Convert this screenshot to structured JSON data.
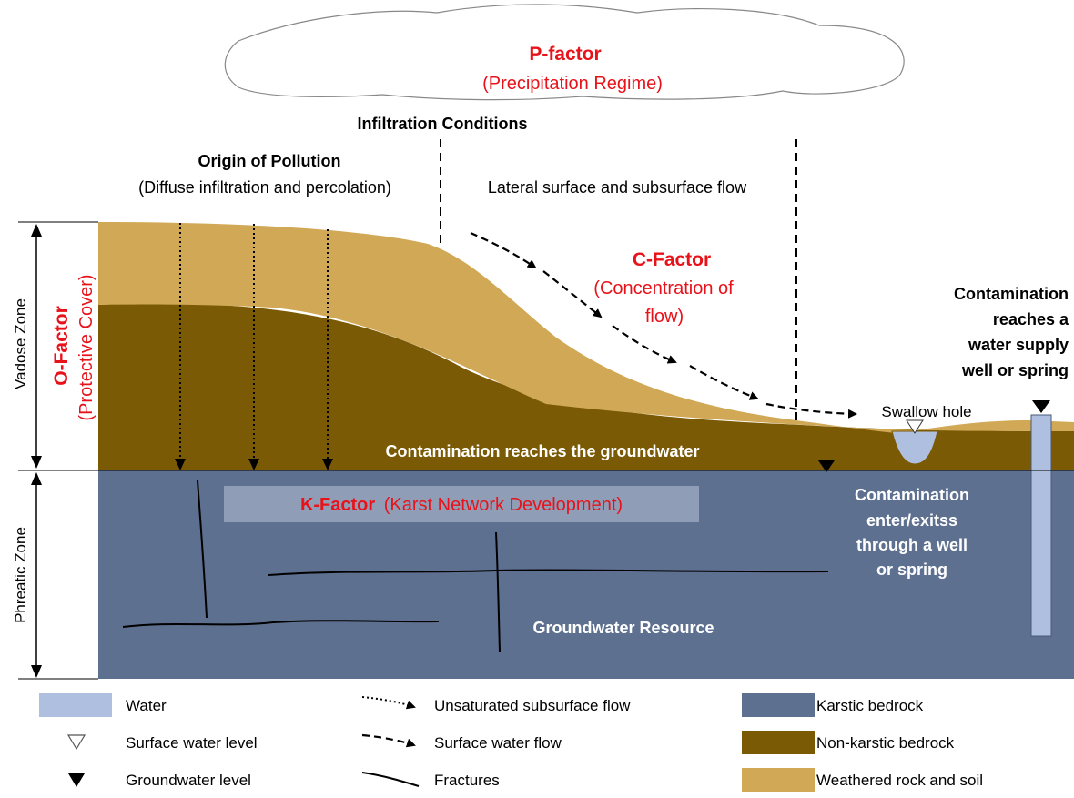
{
  "cloud": {
    "title": "P-factor",
    "subtitle": "(Precipitation Regime)"
  },
  "labels": {
    "infiltration_conditions": "Infiltration Conditions",
    "origin_title": "Origin of Pollution",
    "origin_subtitle": "(Diffuse infiltration and percolation)",
    "lateral_flow": "Lateral surface and subsurface flow",
    "c_factor_title": "C-Factor",
    "c_factor_line1": "(Concentration of",
    "c_factor_line2": "flow)",
    "contamination_well": [
      "Contamination",
      "reaches a",
      "water supply",
      "well or spring"
    ],
    "swallow_hole": "Swallow hole",
    "contamination_groundwater": "Contamination reaches the groundwater",
    "k_factor_title": "K-Factor",
    "k_factor_subtitle": "(Karst Network Development)",
    "contamination_enter": [
      "Contamination",
      "enter/exitss",
      "through a well",
      "or spring"
    ],
    "groundwater_resource": "Groundwater Resource",
    "o_factor_title": "O-Factor",
    "o_factor_subtitle": "(Protective Cover)",
    "vadose_zone": "Vadose Zone",
    "phreatic_zone": "Phreatic Zone"
  },
  "legend": {
    "water": "Water",
    "surface_water_level": "Surface water level",
    "groundwater_level": "Groundwater level",
    "unsaturated_flow": "Unsaturated subsurface flow",
    "surface_water_flow": "Surface water flow",
    "fractures": "Fractures",
    "karstic_bedrock": "Karstic bedrock",
    "non_karstic_bedrock": "Non-karstic bedrock",
    "weathered_rock": "Weathered rock and soil"
  },
  "colors": {
    "karstic_bedrock": "#5e7090",
    "non_karstic_bedrock": "#7b5a05",
    "weathered_rock": "#d1a855",
    "water": "#aebfdf",
    "k_factor_box": "#8f9db7",
    "factor_text": "#e8121a"
  },
  "icons": {
    "surface_water_level": "hollow-down-triangle-icon",
    "groundwater_level": "filled-down-triangle-icon",
    "unsaturated_flow": "dotted-arrow-icon",
    "surface_water_flow": "dashed-arrow-icon",
    "fractures": "fracture-line-icon"
  }
}
